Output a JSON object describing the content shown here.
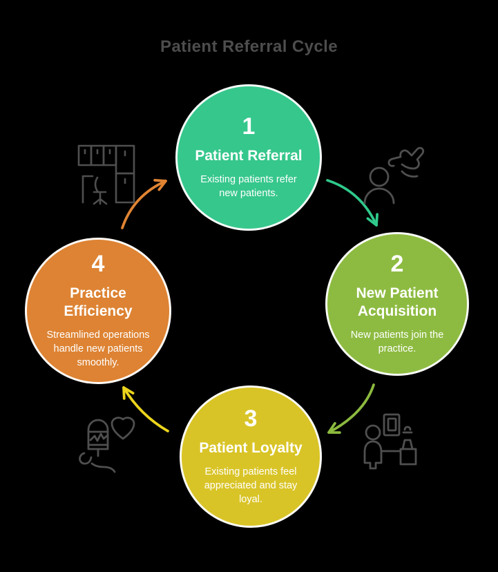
{
  "title": "Patient Referral Cycle",
  "background_color": "#000000",
  "title_color": "#4d4d4d",
  "icon_color": "#4f4f4f",
  "steps": [
    {
      "number": "1",
      "title": "Patient Referral",
      "description": "Existing patients refer new patients.",
      "color": "#36c78c"
    },
    {
      "number": "2",
      "title": "New Patient Acquisition",
      "description": "New patients join the practice.",
      "color": "#8dbb41"
    },
    {
      "number": "3",
      "title": "Patient Loyalty",
      "description": "Existing patients feel appreciated and stay loyal.",
      "color": "#d9c427"
    },
    {
      "number": "4",
      "title": "Practice Efficiency",
      "description": "Streamlined operations handle new patients smoothly.",
      "color": "#dd8333"
    }
  ],
  "arrows": [
    {
      "name": "arrow-step1-to-step2",
      "color": "#2fc98b"
    },
    {
      "name": "arrow-step2-to-step3",
      "color": "#8cba3f"
    },
    {
      "name": "arrow-step3-to-step4",
      "color": "#ecd51c"
    },
    {
      "name": "arrow-step4-to-step1",
      "color": "#e08433"
    }
  ],
  "icons": [
    {
      "name": "office-furniture-icon"
    },
    {
      "name": "person-referral-icon"
    },
    {
      "name": "care-heart-monitor-icon"
    },
    {
      "name": "reception-desk-icon"
    }
  ]
}
